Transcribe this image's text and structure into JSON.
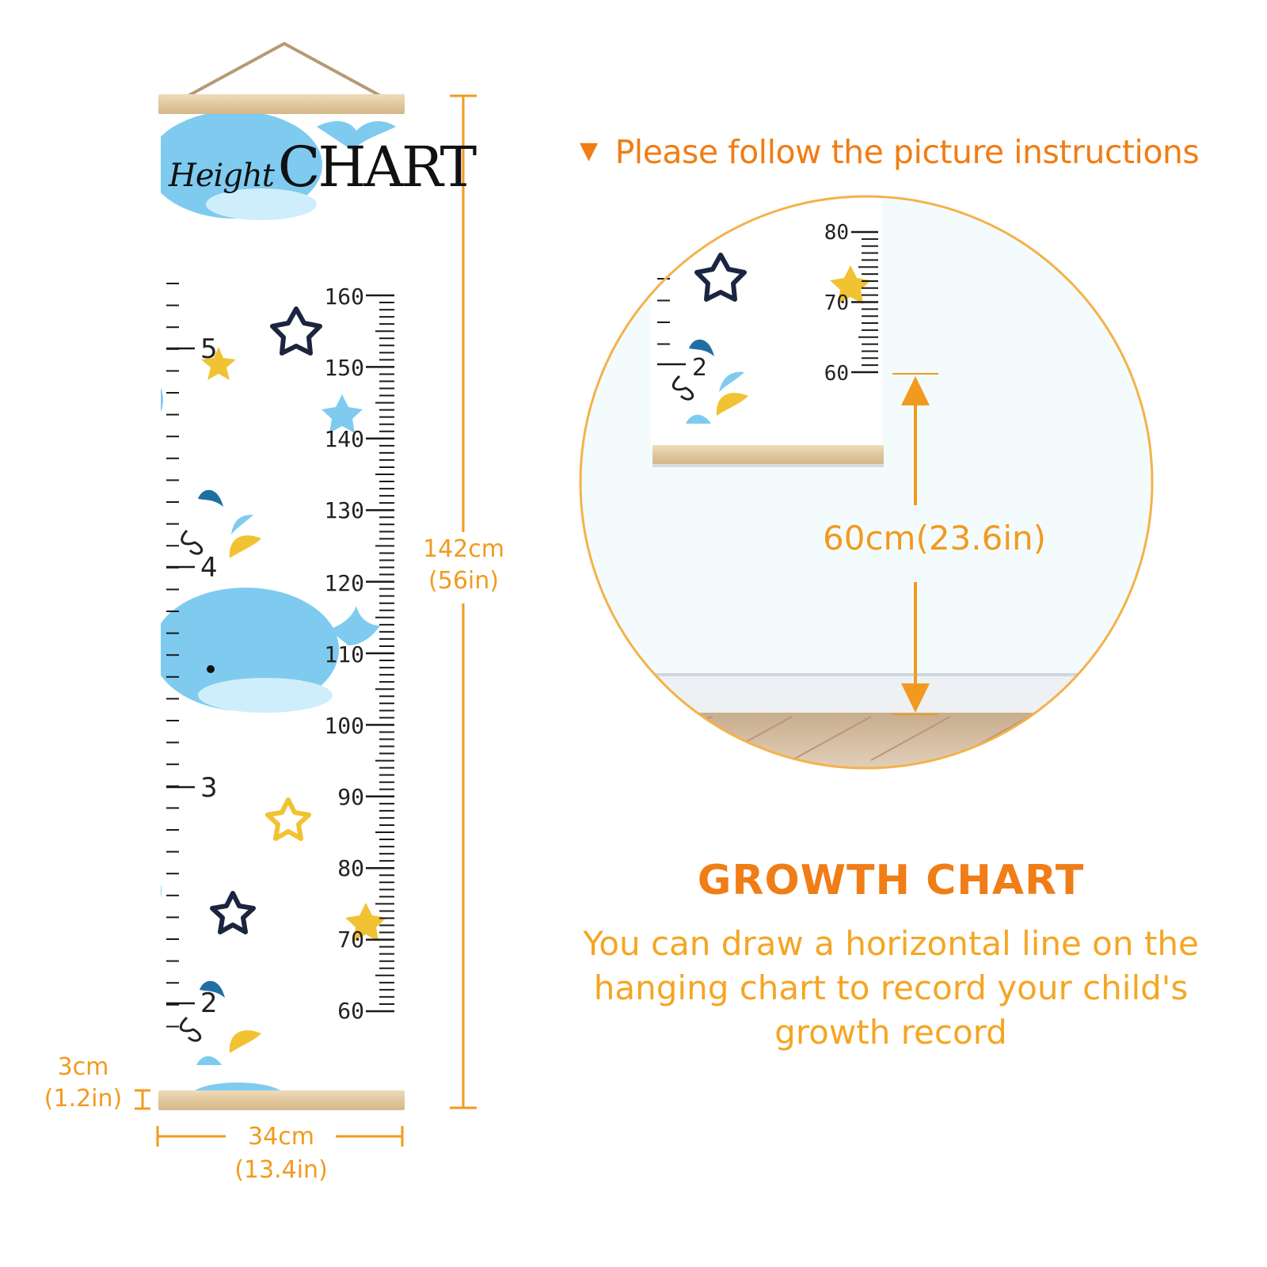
{
  "instruction": "Please follow the picture instructions",
  "chart_title": {
    "word1": "Height",
    "word2": "CHART"
  },
  "cm_scale": {
    "labels": [
      "160",
      "150",
      "140",
      "130",
      "120",
      "110",
      "100",
      "90",
      "80",
      "70",
      "60"
    ],
    "values": [
      160,
      150,
      140,
      130,
      120,
      110,
      100,
      90,
      80,
      70,
      60
    ]
  },
  "ft_scale": {
    "labels": [
      "5",
      "4",
      "3",
      "2"
    ]
  },
  "dimensions": {
    "height_cm": "142cm",
    "height_in": "(56in)",
    "width_cm": "34cm",
    "width_in": "(13.4in)",
    "rod_cm": "3cm",
    "rod_in": "(1.2in)"
  },
  "zoom": {
    "labels": [
      "80",
      "70",
      "60",
      "2"
    ],
    "measure": "60cm(23.6in)"
  },
  "growth": {
    "title": "GROWTH CHART",
    "description": "You can draw a horizontal line on the hanging chart to record your child's growth record"
  },
  "colors": {
    "accent": "#f07d16",
    "dim": "#f29a1f",
    "whale": "#7ecbef",
    "wood": "#e8d2ad"
  }
}
